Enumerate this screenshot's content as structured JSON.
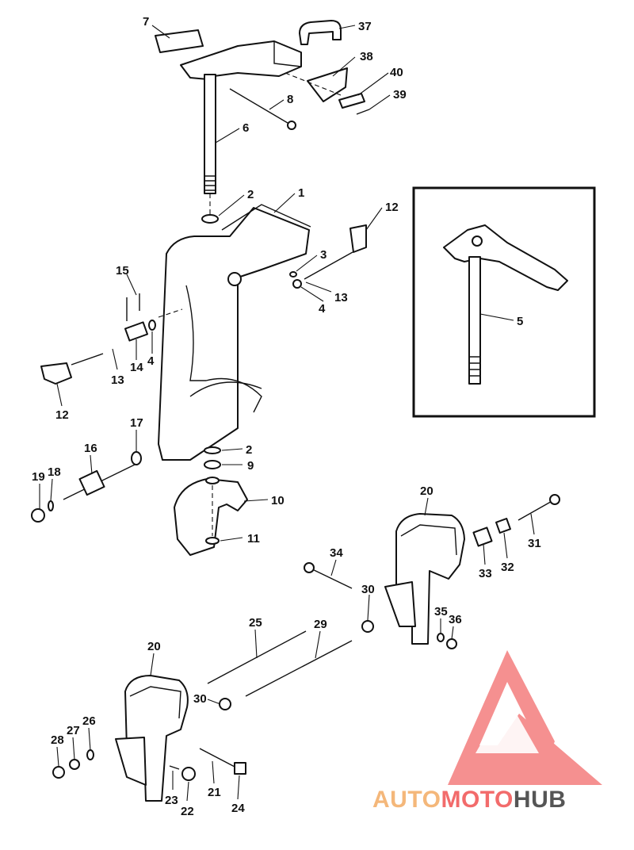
{
  "diagram": {
    "callouts": {
      "c1": "1",
      "c2a": "2",
      "c2b": "2",
      "c3": "3",
      "c4a": "4",
      "c4b": "4",
      "c5": "5",
      "c6": "6",
      "c7": "7",
      "c8": "8",
      "c9": "9",
      "c10": "10",
      "c11": "11",
      "c12a": "12",
      "c12b": "12",
      "c13a": "13",
      "c13b": "13",
      "c14": "14",
      "c15": "15",
      "c16": "16",
      "c17": "17",
      "c18": "18",
      "c19": "19",
      "c20a": "20",
      "c20b": "20",
      "c21": "21",
      "c22": "22",
      "c23": "23",
      "c24": "24",
      "c25": "25",
      "c26": "26",
      "c27": "27",
      "c28": "28",
      "c29": "29",
      "c30a": "30",
      "c30b": "30",
      "c31": "31",
      "c32": "32",
      "c33": "33",
      "c34": "34",
      "c35": "35",
      "c36": "36",
      "c37": "37",
      "c38": "38",
      "c39": "39",
      "c40": "40"
    }
  },
  "watermark": {
    "text_part1": "AUTO",
    "text_part2": "MOTO",
    "text_part3": "HUB",
    "colors": {
      "triangle": "#f26b6b",
      "text1": "#f4b77a",
      "text2": "#f26b6b",
      "text3": "#555555"
    }
  }
}
